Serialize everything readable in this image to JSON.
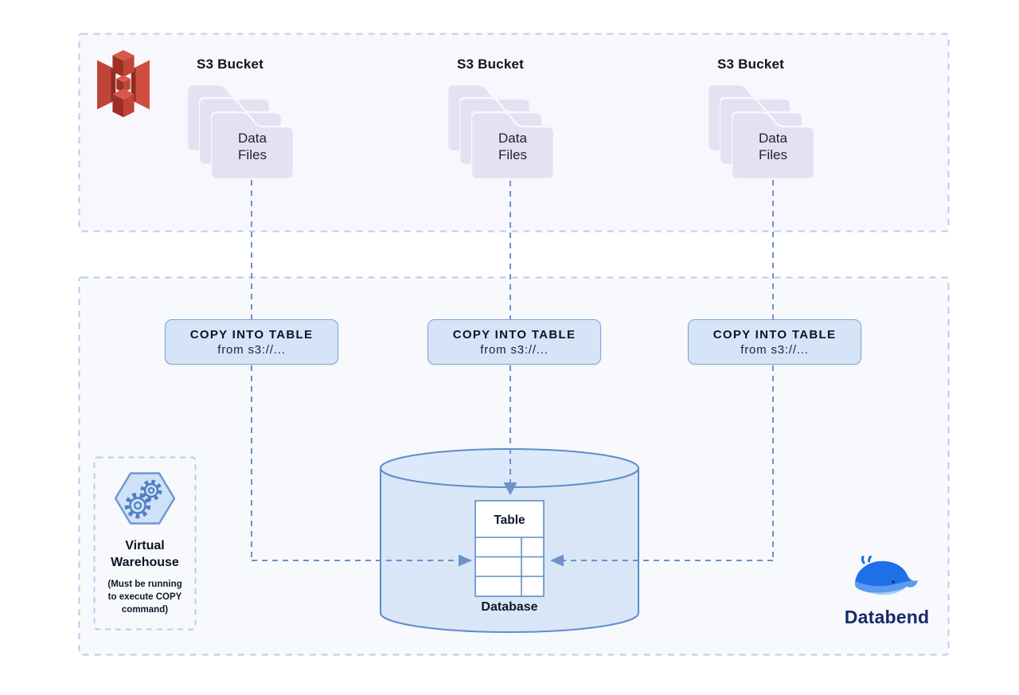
{
  "s3_zone": {
    "icon": "aws-s3-bucket-icon",
    "sections": [
      {
        "title": "S3 Bucket",
        "folder_lines": [
          "Data",
          "Files"
        ]
      },
      {
        "title": "S3 Bucket",
        "folder_lines": [
          "Data",
          "Files"
        ]
      },
      {
        "title": "S3 Bucket",
        "folder_lines": [
          "Data",
          "Files"
        ]
      }
    ]
  },
  "copy_commands": [
    {
      "title": "COPY INTO TABLE",
      "subtitle": "from s3://..."
    },
    {
      "title": "COPY INTO TABLE",
      "subtitle": "from s3://..."
    },
    {
      "title": "COPY INTO TABLE",
      "subtitle": "from s3://..."
    }
  ],
  "database": {
    "table_title": "Table",
    "label": "Database"
  },
  "virtual_warehouse": {
    "icon": "gears-hexagon-icon",
    "title_lines": [
      "Virtual",
      "Warehouse"
    ],
    "note_lines": [
      "(Must be running",
      "to execute COPY",
      "command)"
    ]
  },
  "brand": {
    "icon": "databend-whale-icon",
    "name": "Databend"
  },
  "colors": {
    "s3_red": "#c04538",
    "folder_fill": "#e4e1f3",
    "copy_box_fill": "#d6e4f8",
    "copy_box_border": "#7fa3d6",
    "cylinder_fill": "#d8e6f8",
    "cylinder_stroke": "#5f8cc9",
    "connector_blue": "#6d92c8",
    "top_zone_fill": "#f8f7fd",
    "top_zone_border": "#c9c7ef",
    "bottom_zone_fill": "#f7f9fd",
    "bottom_zone_border": "#bccbe9",
    "brand_blue": "#1f6fe8",
    "brand_navy": "#16296b"
  }
}
